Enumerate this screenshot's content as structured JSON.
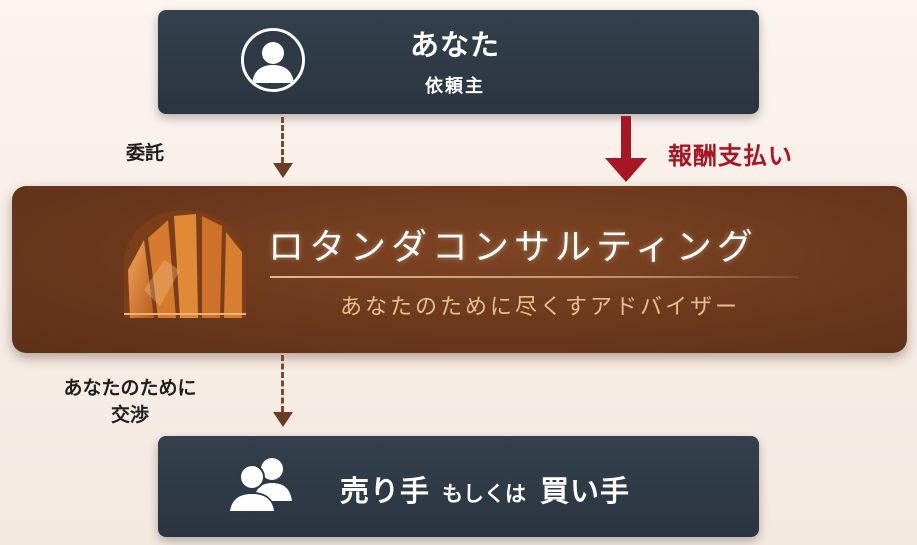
{
  "client": {
    "title": "あなた",
    "subtitle": "依頼主"
  },
  "flows": {
    "entrust": "委託",
    "payment": "報酬支払い",
    "negotiate_line1": "あなたのために",
    "negotiate_line2": "交渉"
  },
  "agency": {
    "name": "ロタンダコンサルティング",
    "tagline": "あなたのために尽くすアドバイザー"
  },
  "counterparty": {
    "seller": "売り手",
    "connector": "もしくは",
    "buyer": "買い手"
  },
  "colors": {
    "dark_box": "#2f3a46",
    "brown_box": "#6f3a1e",
    "payment_arrow": "#a71624",
    "dashed_arrow": "#6b3d24",
    "tagline": "#e7bf8f",
    "logo_orange": "#d67b2e"
  },
  "icons": {
    "client": "person-icon",
    "counterparty": "group-icon",
    "agency_logo": "rotunda-logo"
  }
}
